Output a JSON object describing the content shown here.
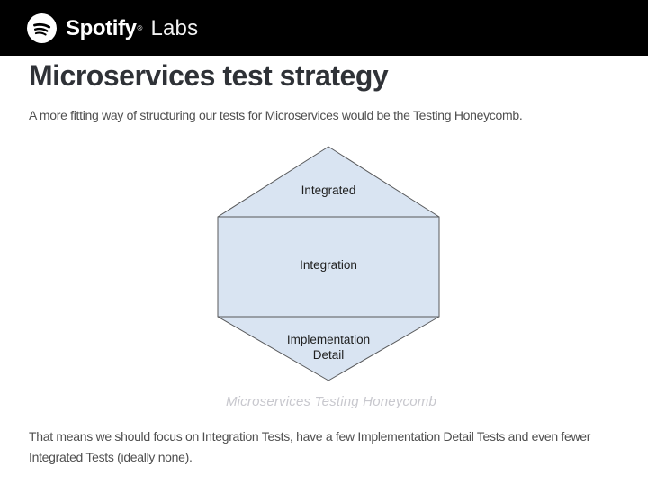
{
  "header": {
    "brand": "Spotify",
    "registered_mark": "®",
    "suffix": "Labs"
  },
  "article": {
    "title": "Microservices test strategy",
    "intro": "A more fitting way of structuring our tests for Microservices would be the Testing Honeycomb.",
    "conclusion": "That means we should focus on Integration Tests, have a few Implementation Detail Tests and even fewer\nIntegrated Tests (ideally none)."
  },
  "diagram": {
    "caption": "Microservices Testing Honeycomb",
    "layers": {
      "top": "Integrated",
      "middle": "Integration",
      "bottom": "Implementation\nDetail"
    },
    "colors": {
      "cell_fill": "#d9e4f2",
      "cell_stroke": "#58595b",
      "label_text": "#1f1f1f",
      "caption_text": "#c8c8ce"
    }
  },
  "theme": {
    "header_bg": "#000000",
    "header_text": "#ffffff",
    "title_text": "#2f3237",
    "body_text": "#4f4f4f",
    "page_bg": "#ffffff"
  }
}
